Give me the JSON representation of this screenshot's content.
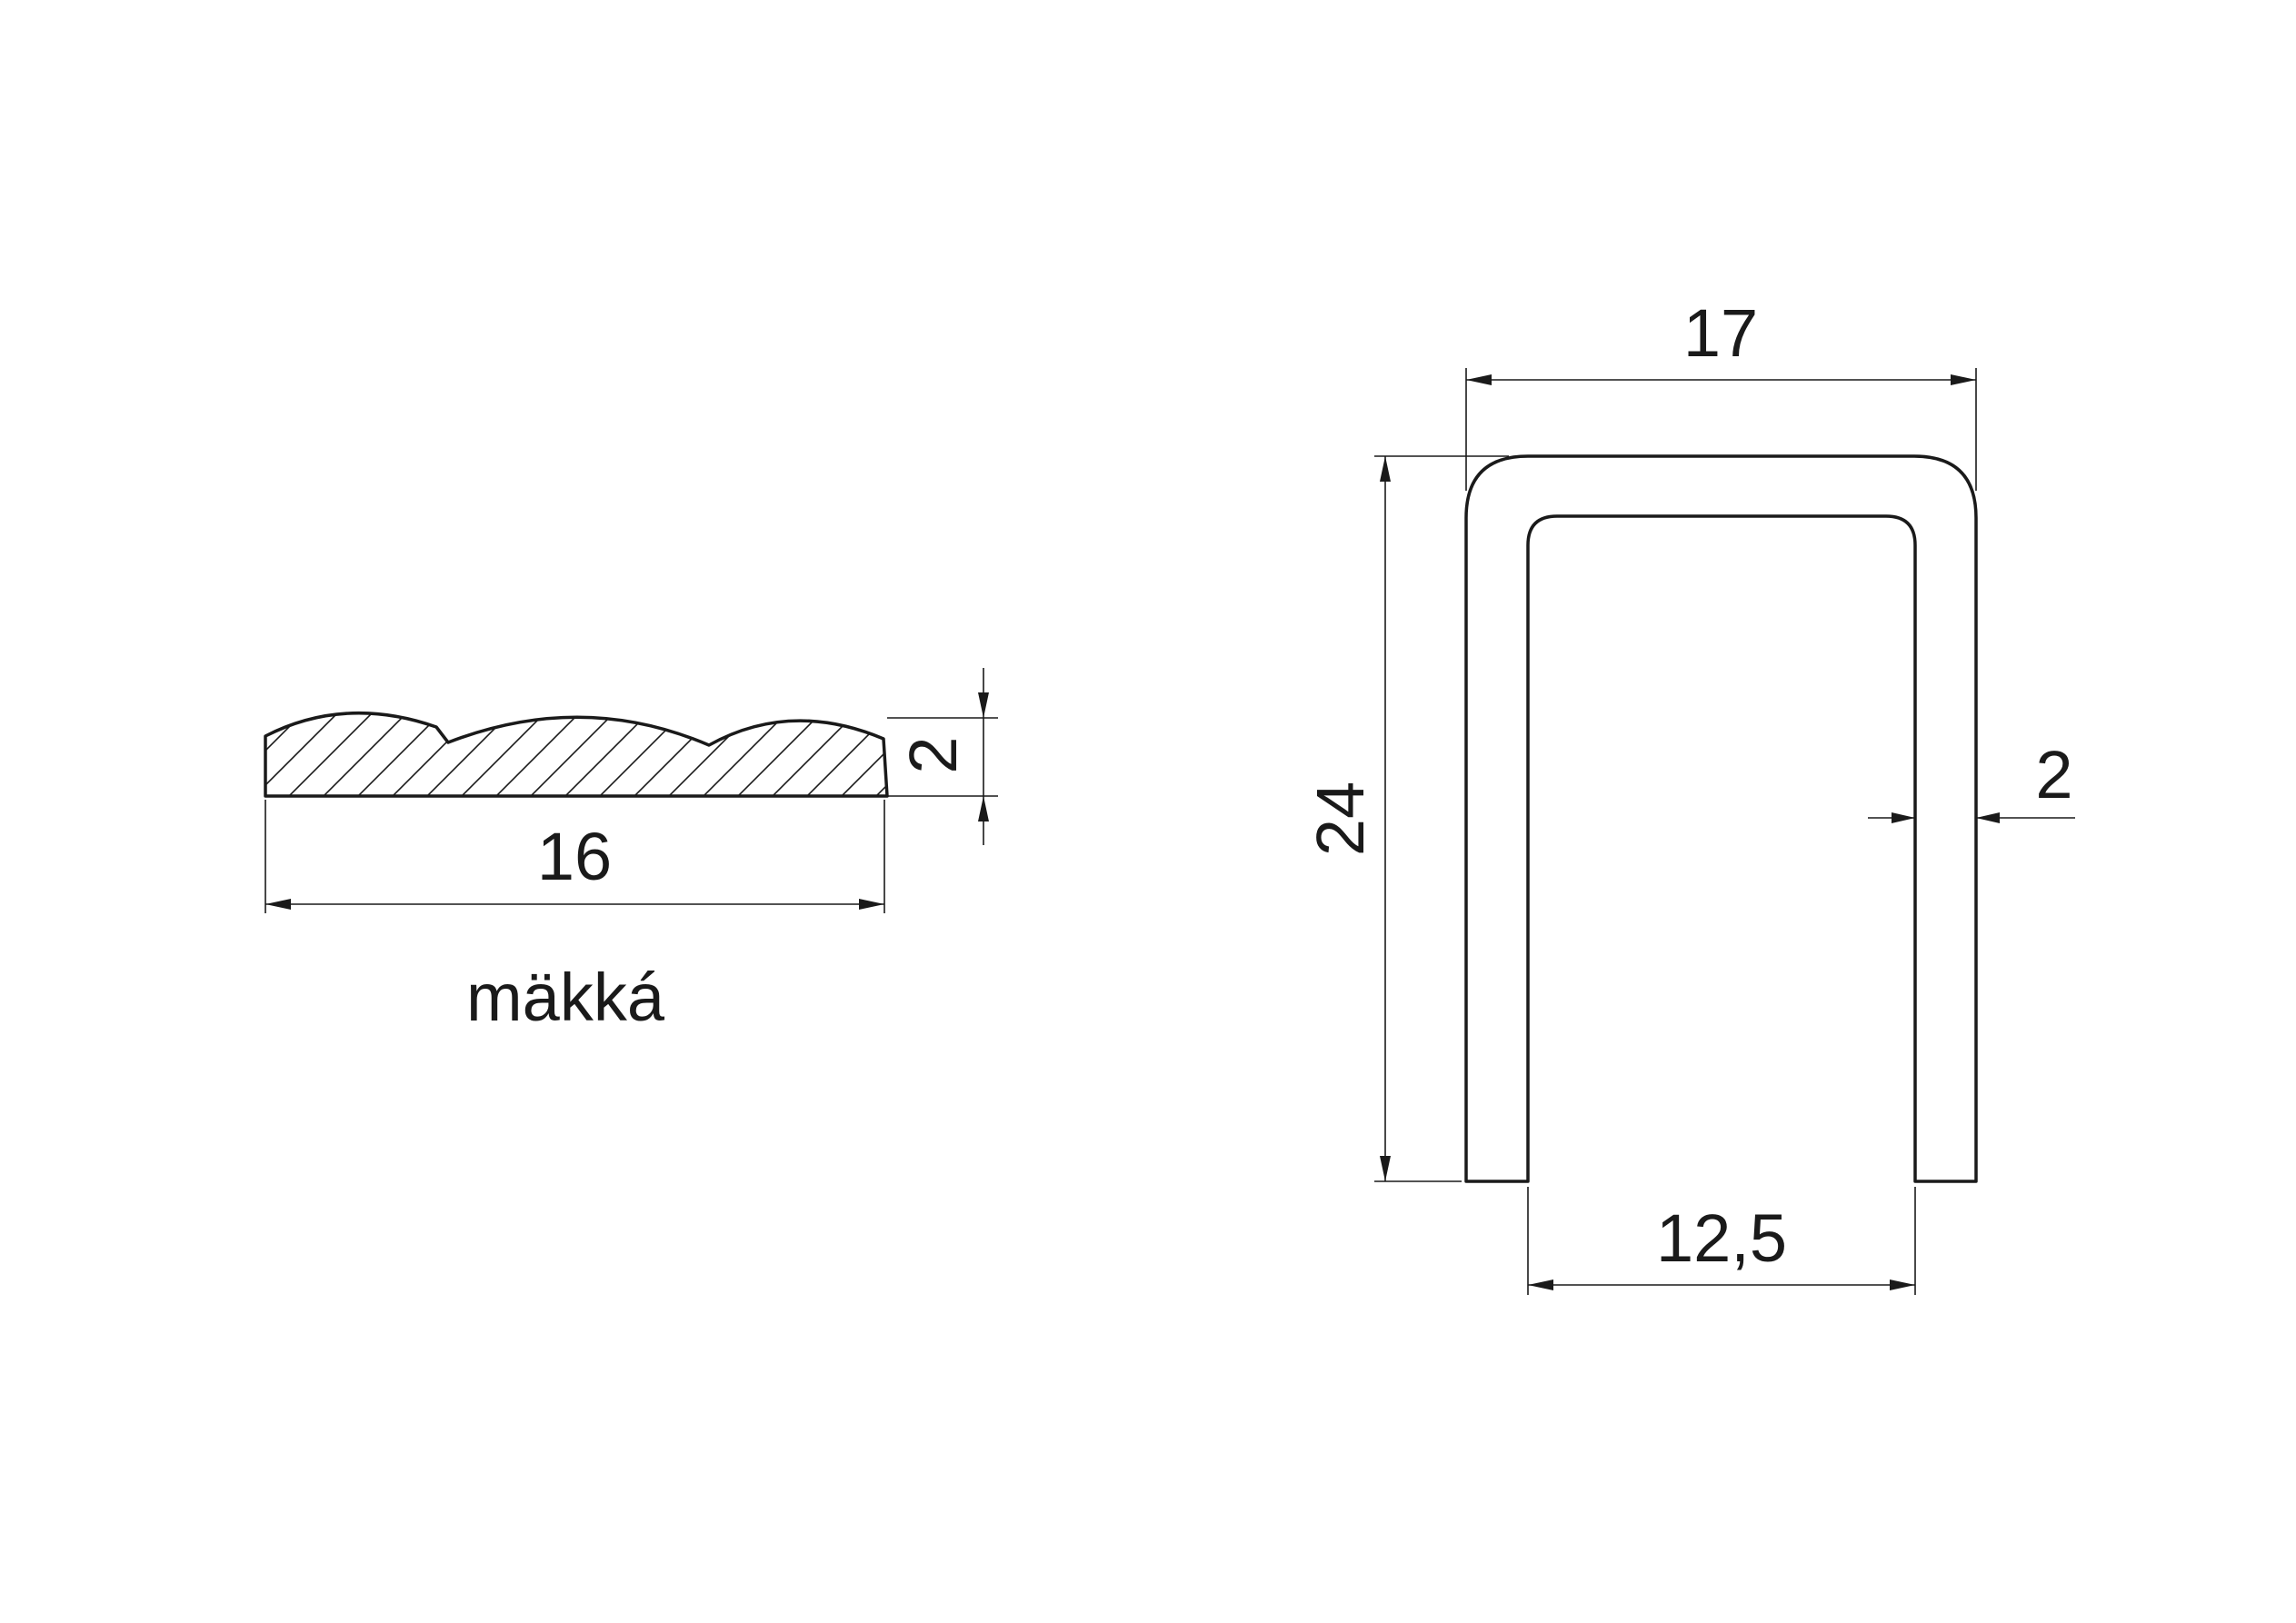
{
  "diagram": {
    "left_profile": {
      "width_label": "16",
      "thickness_label": "2",
      "material_label": "mäkká"
    },
    "right_profile": {
      "top_width_label": "17",
      "height_label": "24",
      "inner_width_label": "12,5",
      "wall_thickness_label": "2"
    }
  }
}
